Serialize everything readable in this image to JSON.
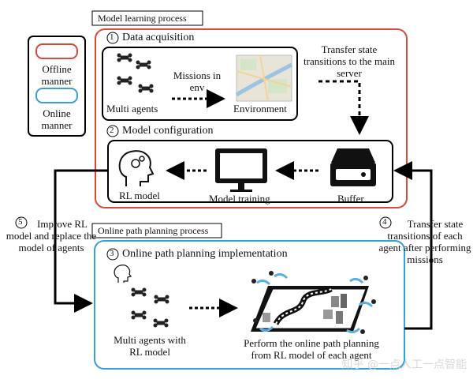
{
  "legend": {
    "offline_label": "Offline manner",
    "online_label": "Online manner",
    "offline_color": "#d94a3a",
    "online_color": "#3aa0d0"
  },
  "model_learning": {
    "title": "Model learning process",
    "data_acquisition": {
      "number": "1",
      "title": "Data acquisition",
      "agents_label": "Multi agents",
      "missions_label": "Missions in env",
      "environment_label": "Environment"
    },
    "transfer_label": "Transfer state transitions to the main server",
    "model_configuration": {
      "number": "2",
      "title": "Model configuration",
      "rl_model_label": "RL model",
      "training_label": "Model training",
      "buffer_label": "Buffer"
    }
  },
  "improve": {
    "number": "5",
    "label": "Improve RL model and replace the model of agents"
  },
  "transfer_each": {
    "number": "4",
    "label": "Transfer state transitions of each agent after performing missions"
  },
  "online_planning": {
    "title": "Online path planning process",
    "number": "3",
    "impl_title": "Online path planning implementation",
    "agents_label": "Multi agents with RL model",
    "perform_label": "Perform the online path planning from RL model of each agent"
  },
  "watermark": "知乎 @一点人工一点智能"
}
